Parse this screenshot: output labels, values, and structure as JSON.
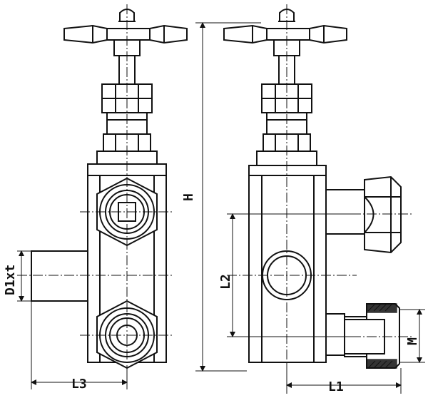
{
  "labels": {
    "h": "H",
    "l1": "L1",
    "l2": "L2",
    "l3": "L3",
    "m": "M",
    "d1xt": "D1xt"
  }
}
